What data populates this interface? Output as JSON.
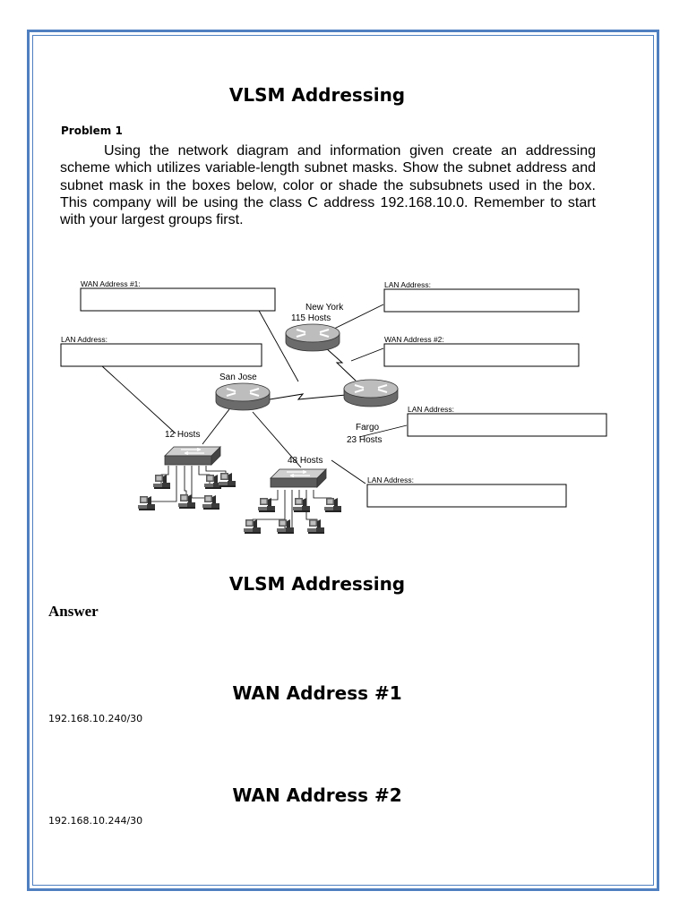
{
  "doc": {
    "title": "VLSM Addressing",
    "problem_label": "Problem 1",
    "problem_text": "Using the network diagram and information given create an addressing scheme which utilizes variable-length subnet masks.  Show the subnet address and subnet mask in the boxes below, color or shade the subsubnets used in the box.  This company will be using the class C address 192.168.10.0.  Remember to start with your largest groups first.",
    "answer_title": "VLSM Addressing",
    "answer_label": "Answer",
    "wan1_heading": "WAN Address #1",
    "wan1_value": "192.168.10.240/30",
    "wan2_heading": "WAN Address #2",
    "wan2_value": "192.168.10.244/30"
  },
  "diagram": {
    "wan1_label": "WAN Address #1:",
    "wan2_label": "WAN Address #2:",
    "lan_label": "LAN Address:",
    "new_york": "New York",
    "new_york_hosts": "115 Hosts",
    "san_jose": "San Jose",
    "fargo": "Fargo",
    "fargo_hosts": "23 Hosts",
    "hosts_12": "12 Hosts",
    "hosts_48": "48 Hosts"
  }
}
